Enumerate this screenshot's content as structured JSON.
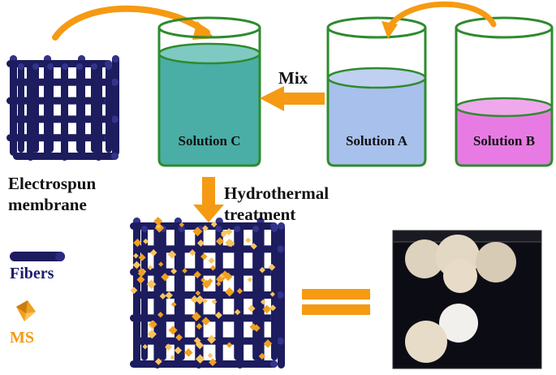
{
  "labels": {
    "solution_a": "Solution A",
    "solution_b": "Solution B",
    "solution_c": "Solution C",
    "mix": "Mix",
    "electrospun_line1": "Electrospun",
    "electrospun_line2": "membrane",
    "hydrothermal_line1": "Hydrothermal",
    "hydrothermal_line2": "treatment",
    "fibers": "Fibers",
    "ms": "MS"
  },
  "colors": {
    "beaker_outline": "#2e8b2e",
    "solution_a": "#a8c0ec",
    "solution_b": "#e87be3",
    "solution_c": "#4aaea6",
    "arrow": "#f59a12",
    "fiber": "#1c1c5e",
    "fiber_legend_text": "#1c1c6e",
    "ms_particle": "#f0a020",
    "ms_text": "#f59a12",
    "photo_background": "#0c0c14",
    "disc": "#e8dcc8"
  },
  "icons": {
    "mix_arrow": "left-arrow-icon",
    "down_arrow": "down-arrow-icon",
    "equals": "equals-icon",
    "fiber_legend": "fiber-rod-icon",
    "ms_legend": "octahedron-icon"
  }
}
